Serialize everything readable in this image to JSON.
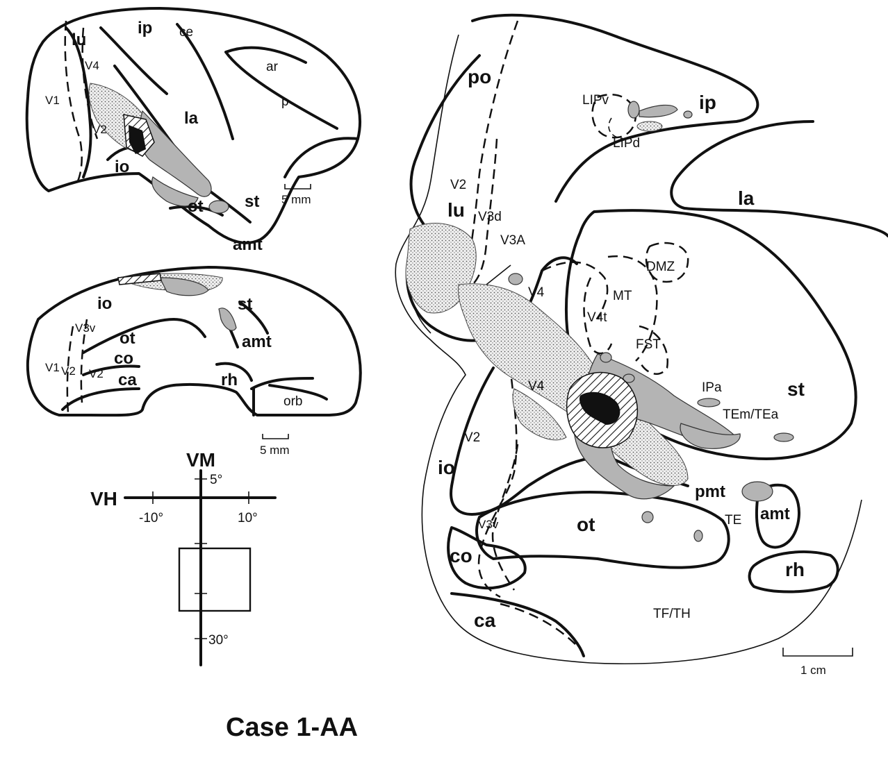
{
  "figure": {
    "title": "Case 1-AA"
  },
  "lateral_view": {
    "labels": [
      "lu",
      "ip",
      "ce",
      "ar",
      "p",
      "V4",
      "V1",
      "V2",
      "la",
      "io",
      "st",
      "ot",
      "amt"
    ],
    "scale_bar": "5 mm"
  },
  "ventral_view": {
    "labels": [
      "io",
      "st",
      "V3v",
      "ot",
      "amt",
      "co",
      "V1",
      "V2",
      "V2",
      "ca",
      "rh",
      "orb"
    ],
    "scale_bar": "5 mm"
  },
  "visual_field": {
    "vertical_label": "VM",
    "horizontal_label": "VH",
    "ticks": [
      "5°",
      "-10°",
      "10°",
      "30°"
    ]
  },
  "flat_map": {
    "labels": {
      "po": "po",
      "ip": "ip",
      "lipv": "LIPv",
      "lipd": "LIPd",
      "la": "la",
      "v2_top": "V2",
      "lu": "lu",
      "v3d": "V3d",
      "v3a": "V3A",
      "dmz": "DMZ",
      "v4_top": "V4",
      "mt": "MT",
      "v4t": "V4t",
      "fst": "FST",
      "st": "st",
      "v4_mid": "V4",
      "ipa": "IPa",
      "tem_tea": "TEm/TEa",
      "v2_mid": "V2",
      "io": "io",
      "pmt": "pmt",
      "te": "TE",
      "amt": "amt",
      "ot": "ot",
      "v3v": "V3v",
      "co": "co",
      "rh": "rh",
      "tf_th": "TF/TH",
      "ca": "ca"
    },
    "scale_bar": "1 cm"
  }
}
